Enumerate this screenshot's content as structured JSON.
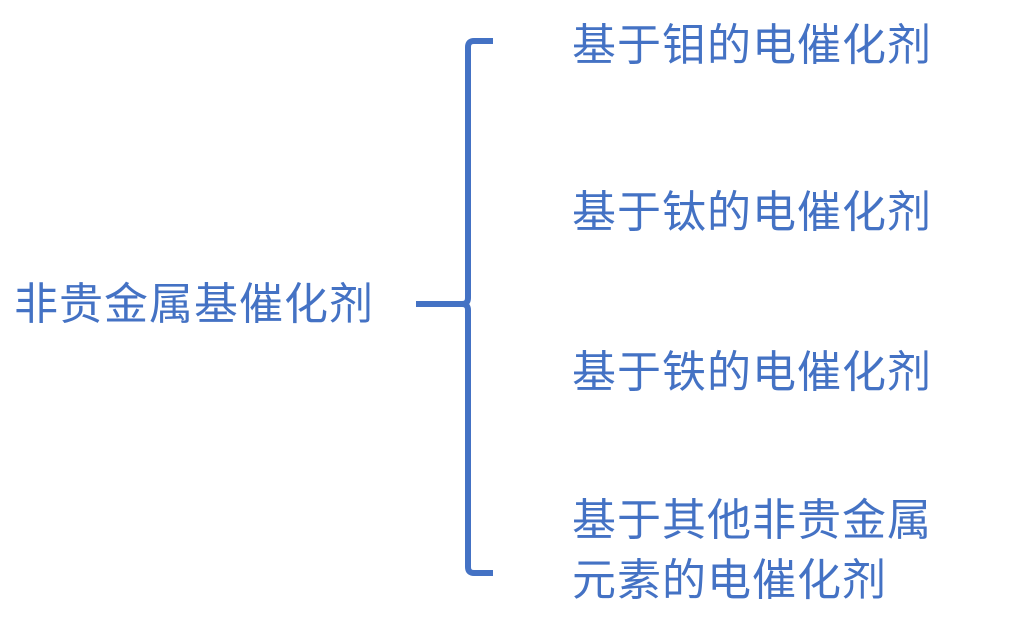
{
  "diagram": {
    "root": {
      "label": "非贵金属基催化剂"
    },
    "branches": [
      {
        "lines": [
          "基于钼的电催化剂"
        ]
      },
      {
        "lines": [
          "基于钛的电催化剂"
        ]
      },
      {
        "lines": [
          "基于铁的电催化剂"
        ]
      },
      {
        "lines": [
          "基于其他非贵金属",
          "元素的电催化剂"
        ]
      }
    ],
    "colors": {
      "text": "#4472C4",
      "bracket": "#4472C4"
    }
  }
}
